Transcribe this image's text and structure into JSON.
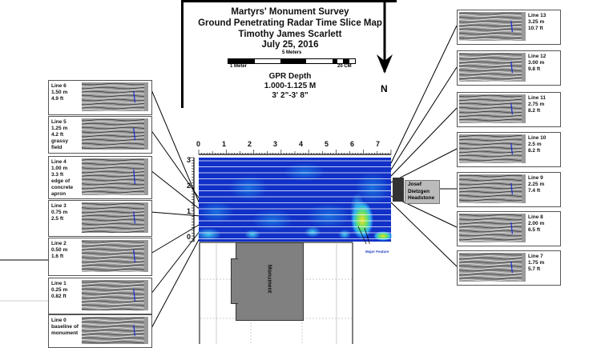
{
  "title": {
    "line1": "Martyrs' Monument Survey",
    "line2": "Ground Penetrating Radar Time Slice Map",
    "line3": "Timothy James Scarlett",
    "line4": "July 25, 2016"
  },
  "scale": {
    "top": "5 Meters",
    "left": "1 Meter",
    "right": "20 CM"
  },
  "depth": {
    "label": "GPR Depth",
    "meters": "1.000-1.125 M",
    "feet": "3' 2\"-3' 8\""
  },
  "north": "N",
  "x_ticks": [
    "0",
    "1",
    "2",
    "3",
    "4",
    "5",
    "6",
    "7"
  ],
  "y_ticks": [
    "3",
    "2",
    "1",
    "0"
  ],
  "annotation": "Major Feature",
  "monument_label": "Monument",
  "headstone_label": [
    "Josef",
    "Dietzgen",
    "Headstone"
  ],
  "left_lines": [
    {
      "lines": [
        "Line 6",
        "1.50 m",
        "4.9 ft"
      ]
    },
    {
      "lines": [
        "Line 5",
        "1.25 m",
        "4.2 ft",
        "grassy",
        "field"
      ]
    },
    {
      "lines": [
        "Line 4",
        "1.00 m",
        "3.3 ft",
        "edge of",
        "concrete",
        "apron"
      ]
    },
    {
      "lines": [
        "Line 3",
        "0.75 m",
        "2.5 ft"
      ]
    },
    {
      "lines": [
        "Line 2",
        "0.50 m",
        "1.6 ft"
      ]
    },
    {
      "lines": [
        "Line 1",
        "0.25 m",
        "0.82 ft"
      ]
    },
    {
      "lines": [
        "Line 0",
        "baseline of",
        "monument"
      ]
    }
  ],
  "right_lines": [
    {
      "lines": [
        "Line 13",
        "3.25 m",
        "10.7 ft"
      ]
    },
    {
      "lines": [
        "Line 12",
        "3.00 m",
        "9.8 ft"
      ]
    },
    {
      "lines": [
        "Line 11",
        "2.75 m",
        "8.2 ft"
      ]
    },
    {
      "lines": [
        "Line 10",
        "2.5 m",
        "8.2 ft"
      ]
    },
    {
      "lines": [
        "Line 9",
        "2.25 m",
        "7.4 ft"
      ]
    },
    {
      "lines": [
        "Line 8",
        "2.00 m",
        "6.5 ft"
      ]
    },
    {
      "lines": [
        "Line 7",
        "1.75 m",
        "5.7 ft"
      ]
    }
  ],
  "colors": {
    "map_low": "#1030c8",
    "map_high": "#f0e020",
    "background": "#ffffff",
    "monument": "#808080"
  }
}
